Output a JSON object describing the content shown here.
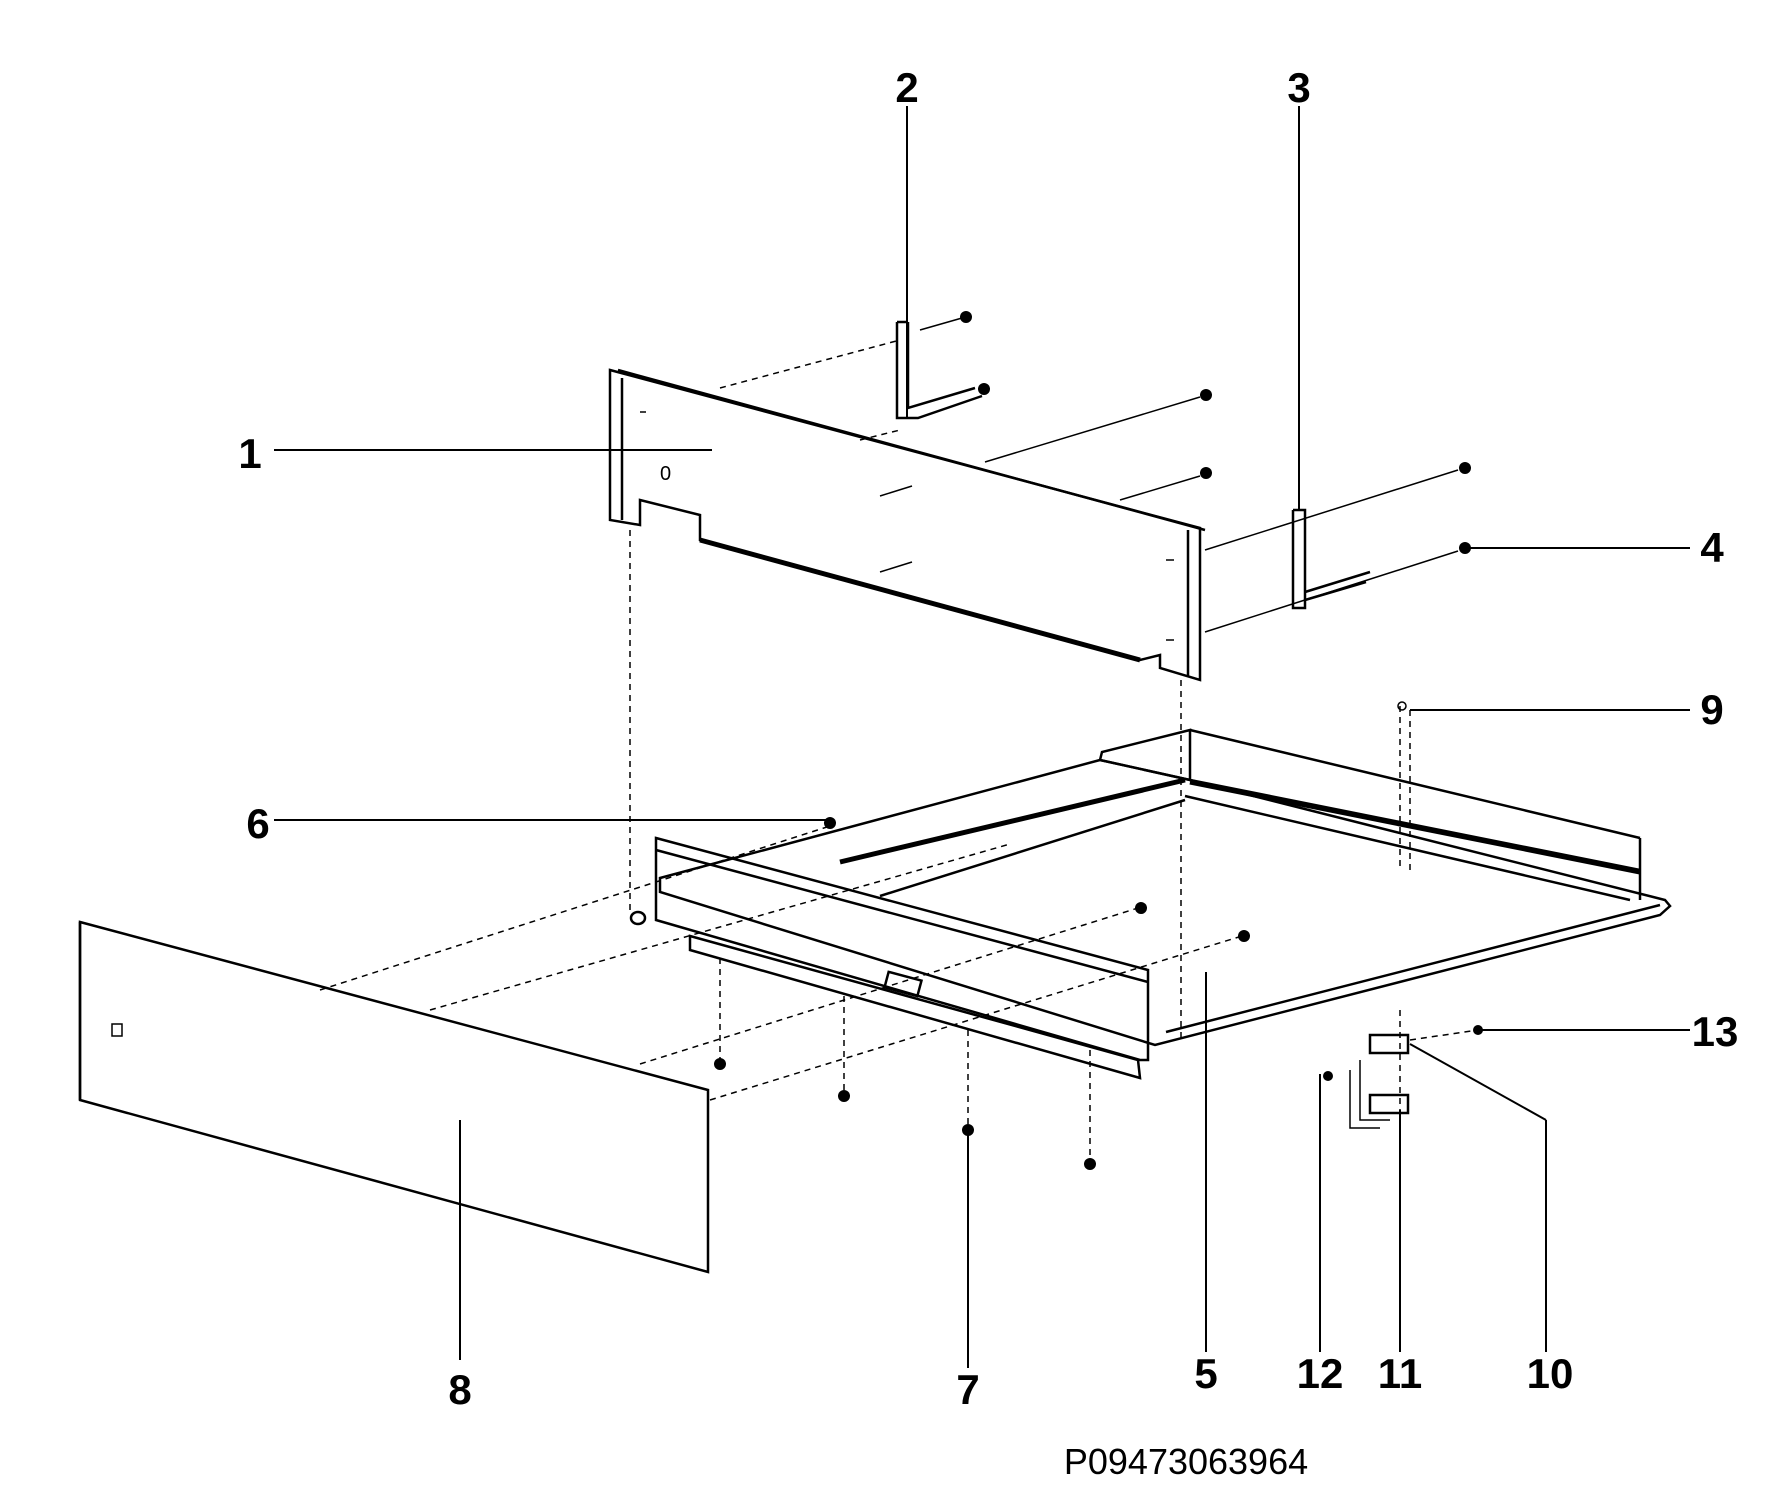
{
  "callouts": [
    {
      "id": "1",
      "label": "1"
    },
    {
      "id": "2",
      "label": "2"
    },
    {
      "id": "3",
      "label": "3"
    },
    {
      "id": "4",
      "label": "4"
    },
    {
      "id": "5",
      "label": "5"
    },
    {
      "id": "6",
      "label": "6"
    },
    {
      "id": "7",
      "label": "7"
    },
    {
      "id": "8",
      "label": "8"
    },
    {
      "id": "9",
      "label": "9"
    },
    {
      "id": "10",
      "label": "10"
    },
    {
      "id": "11",
      "label": "11"
    },
    {
      "id": "12",
      "label": "12"
    },
    {
      "id": "13",
      "label": "13"
    }
  ],
  "drawing_code": "P09473063964"
}
